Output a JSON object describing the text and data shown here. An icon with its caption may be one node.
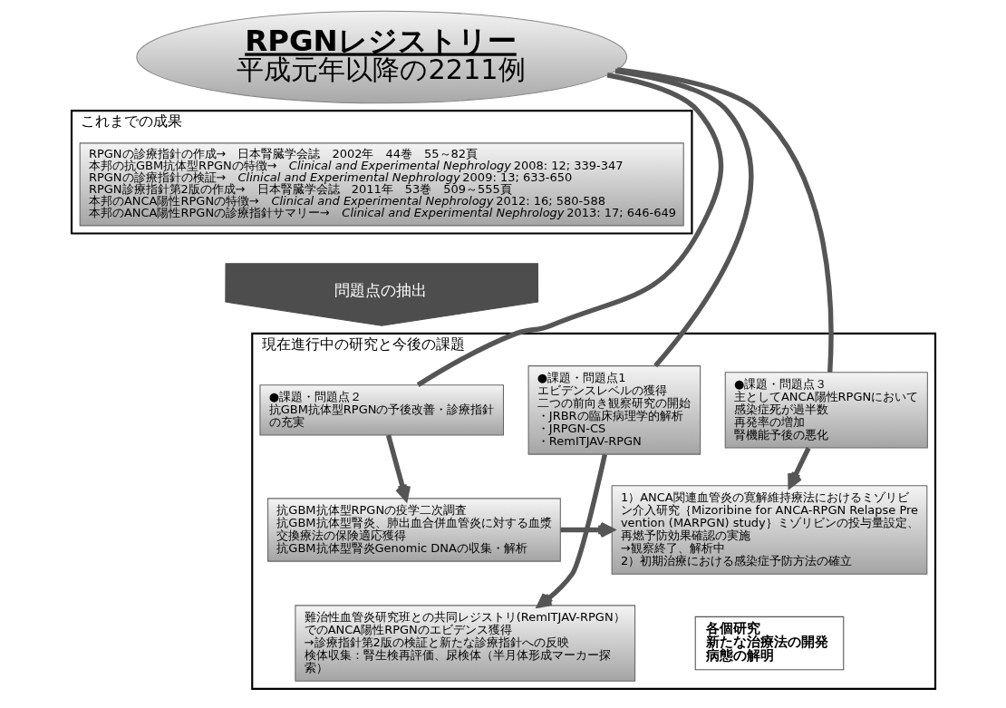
{
  "diagram": {
    "nodes": [
      {
        "text": [
          "RPGNレジストリー",
          "平成元年以降の2211例"
        ]
      },
      {
        "text": [
          "これまでの成果"
        ]
      },
      {
        "text": [
          "RPGNの診療指針の作成→　日本腎臓学会誌　2002年　44巻　55～82頁",
          "本邦の抗GBM抗体型RPGNの特徴→　*Clinical and Experimental Nephrology* 2008: 12; 339-347",
          "RPGNの診療指針の検証→　*Clinical and Experimental Nephrology* 2009: 13; 633-650",
          "RPGN診療指針第2版の作成→　日本腎臓学会誌　2011年　53巻　509～555頁",
          "本邦のANCA陽性RPGNの特徴→　*Clinical and Experimental Nephrology* 2012: 16; 580-588",
          "本邦のANCA陽性RPGNの診療指針サマリー→　*Clinical and Experimental Nephrology* 2013: 17; 646-649"
        ],
        "in": 1
      },
      {
        "text": [
          "問題点の抽出"
        ]
      },
      {
        "text": [
          "現在進行中の研究と今後の課題"
        ]
      },
      {
        "text": [
          "●課題・問題点1",
          "エビデンスレベルの獲得",
          "二つの前向き観察研究の開始",
          "・JRBRの臨床病理学的解析",
          "・JRPGN-CS",
          "・RemITJAV-RPGN"
        ],
        "in": 4
      },
      {
        "text": [
          "●課題・問題点２",
          "抗GBM抗体型RPGNの予後改善・診療指針の充実"
        ],
        "in": 4
      },
      {
        "text": [
          "●課題・問題点３",
          "主としてANCA陽性RPGNにおいて",
          "感染症死が過半数",
          "再発率の増加",
          "腎機能予後の悪化"
        ],
        "in": 4
      },
      {
        "text": [
          "抗GBM抗体型RPGNの疫学二次調査",
          "抗GBM抗体型腎炎、肺出血合併血管炎に対する血漿交換療法の保険適応獲得",
          "抗GBM抗体型腎炎Genomic DNAの収集・解析"
        ],
        "in": 4
      },
      {
        "text": [
          "1）ANCA関連血管炎の寛解維持療法におけるミゾリビン介入研究｛Mizoribine for ANCA-RPGN Relapse Prevention (MARPGN) study｝ミゾリビンの投与量設定、再燃予防効果確認の実施",
          "→観察終了、解析中",
          "2）初期治療における感染症予防方法の確立"
        ],
        "in": 4
      },
      {
        "text": [
          "難治性血管炎研究班との共同レジストリ(RemITJAV-RPGN）でのANCA陽性RPGNのエビデンス獲得",
          "→診療指針第2版の検証と新たな診療指針への反映",
          "検体収集：腎生検再評価、尿検体（半月体形成マーカー探索）"
        ],
        "in": 4
      },
      {
        "text": [
          "各個研究",
          "新たな治療法の開発",
          "病態の解明"
        ],
        "in": 4
      }
    ],
    "edges": [
      {
        "from": 0,
        "to": 5,
        "arrow": "none"
      },
      {
        "from": 0,
        "to": 6,
        "arrow": "none"
      },
      {
        "from": 0,
        "to": 7,
        "arrow": "none"
      },
      {
        "from": 5,
        "to": 10,
        "arrow": "to"
      },
      {
        "from": 6,
        "to": 8,
        "arrow": "to"
      },
      {
        "from": 7,
        "to": 9,
        "arrow": "to"
      },
      {
        "from": 8,
        "to": 9,
        "arrow": "to"
      }
    ]
  }
}
